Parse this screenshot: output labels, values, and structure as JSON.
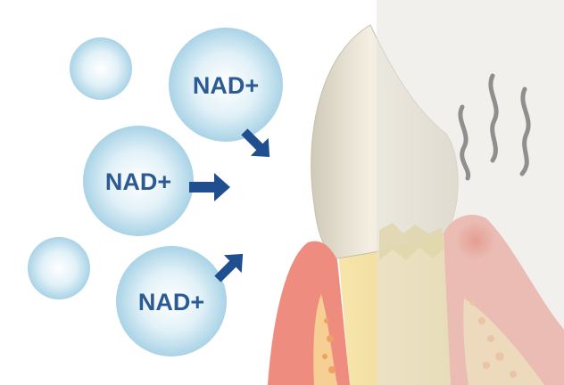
{
  "bubbles": [
    {
      "label": ""
    },
    {
      "label": "NAD+"
    },
    {
      "label": "NAD+"
    },
    {
      "label": ""
    },
    {
      "label": "NAD+"
    }
  ],
  "colors": {
    "bubble": "#bfe0ee",
    "label": "#2b5a94",
    "arrow": "#1f4f8f",
    "gum": "#ef8c80",
    "root": "#f3dc98",
    "crown": "#ece7da",
    "overlay": "#e6e4df",
    "inflammation": "#e5402a"
  }
}
